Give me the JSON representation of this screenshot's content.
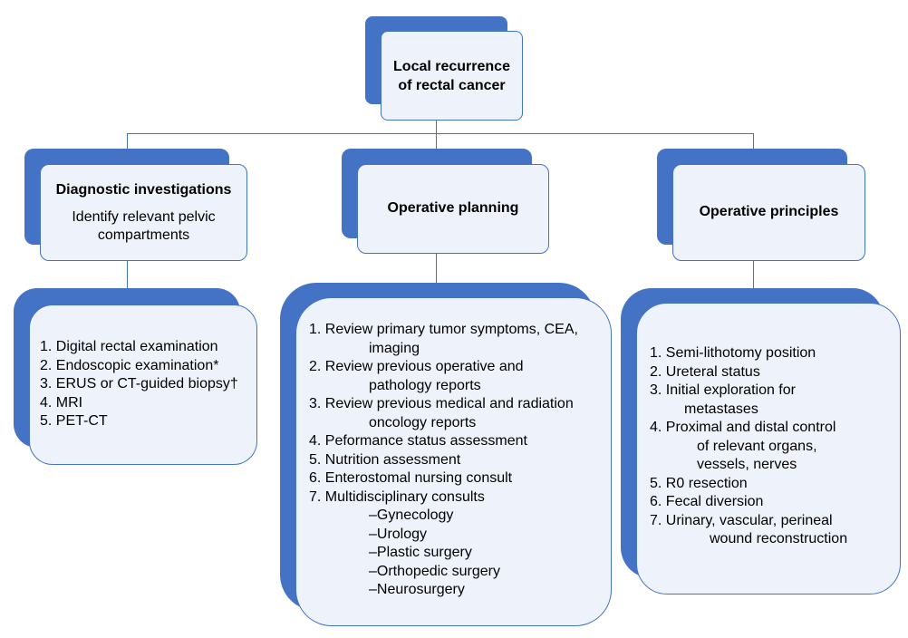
{
  "root": {
    "title_line1": "Local recurrence",
    "title_line2": "of rectal cancer"
  },
  "branches": [
    {
      "title": "Diagnostic investigations",
      "subtitle_line1": "Identify relevant pelvic",
      "subtitle_line2": "compartments"
    },
    {
      "title": "Operative planning"
    },
    {
      "title": "Operative principles"
    }
  ],
  "diagnostic_list": [
    "1. Digital rectal examination",
    "2. Endoscopic examination*",
    "3. ERUS or CT-guided biopsy†",
    "4. MRI",
    "5. PET-CT"
  ],
  "planning_list": [
    {
      "text": "1. Review primary tumor symptoms, CEA,",
      "cont": "imaging"
    },
    {
      "text": "2. Review previous operative and",
      "cont": "pathology reports"
    },
    {
      "text": "3. Review previous medical and radiation",
      "cont": "oncology reports"
    },
    {
      "text": "4. Peformance status assessment"
    },
    {
      "text": "5. Nutrition assessment"
    },
    {
      "text": "6. Enterostomal nursing consult"
    },
    {
      "text": "7. Multidisciplinary consults"
    }
  ],
  "consults": [
    "–Gynecology",
    "–Urology",
    "–Plastic surgery",
    "–Orthopedic surgery",
    "–Neurosurgery"
  ],
  "principles_list": [
    {
      "text": "1. Semi-lithotomy position"
    },
    {
      "text": "2. Ureteral status"
    },
    {
      "text": "3. Initial exploration for",
      "cont": "metastases"
    },
    {
      "text": "4. Proximal and distal control",
      "cont": "of relevant organs,",
      "cont2": "vessels, nerves"
    },
    {
      "text": "5. R0 resection"
    },
    {
      "text": "6. Fecal diversion"
    },
    {
      "text": "7. Urinary, vascular, perineal",
      "cont": "wound reconstruction"
    }
  ],
  "colors": {
    "accent": "#4472c4",
    "card_fill": "#eef2fa"
  }
}
